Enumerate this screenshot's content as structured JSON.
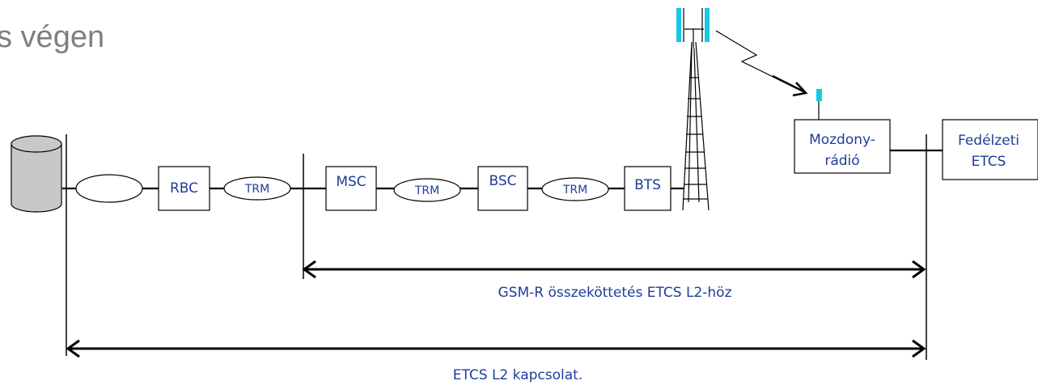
{
  "title": "s végen",
  "nodes": {
    "rbc": "RBC",
    "trm_1": "TRM",
    "msc": "MSC",
    "trm_2": "TRM",
    "bsc": "BSC",
    "trm_3": "TRM",
    "bts": "BTS",
    "radio_line1": "Mozdony-",
    "radio_line2": "rádió",
    "onboard_line1": "Fedélzeti",
    "onboard_line2": "ETCS"
  },
  "spans": {
    "gsmr": "GSM-R összeköttetés ETCS L2-höz",
    "etcs": "ETCS L2 kapcsolat."
  },
  "colors": {
    "text_blue": "#1f3d99",
    "antenna_cyan": "#19c7e6",
    "database_fill": "#c8c8c8",
    "title_gray": "#7f7f7f"
  }
}
